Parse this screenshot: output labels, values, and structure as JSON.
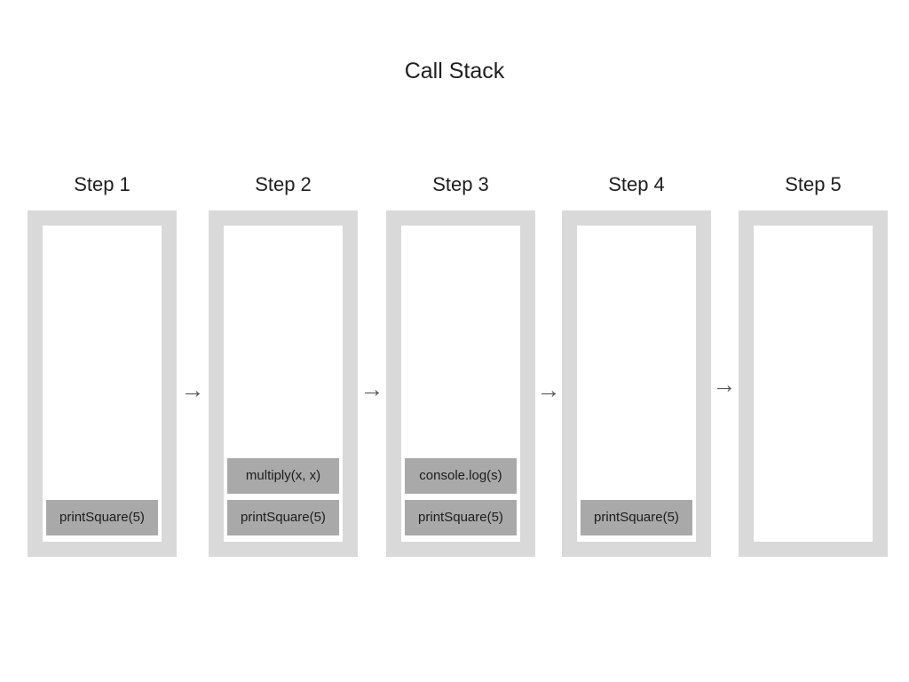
{
  "title": "Call Stack",
  "icons": {
    "arrow_right": "→"
  },
  "colors": {
    "background": "#ffffff",
    "stack_container": "#d9d9d9",
    "stack_inner": "#ffffff",
    "frame_fill": "#a9a9a9",
    "text": "#1f1f1f",
    "arrow": "#595959"
  },
  "steps": [
    {
      "label": "Step 1",
      "frames": [
        "printSquare(5)"
      ]
    },
    {
      "label": "Step 2",
      "frames": [
        "multiply(x, x)",
        "printSquare(5)"
      ]
    },
    {
      "label": "Step 3",
      "frames": [
        "console.log(s)",
        "printSquare(5)"
      ]
    },
    {
      "label": "Step 4",
      "frames": [
        "printSquare(5)"
      ]
    },
    {
      "label": "Step 5",
      "frames": []
    }
  ]
}
